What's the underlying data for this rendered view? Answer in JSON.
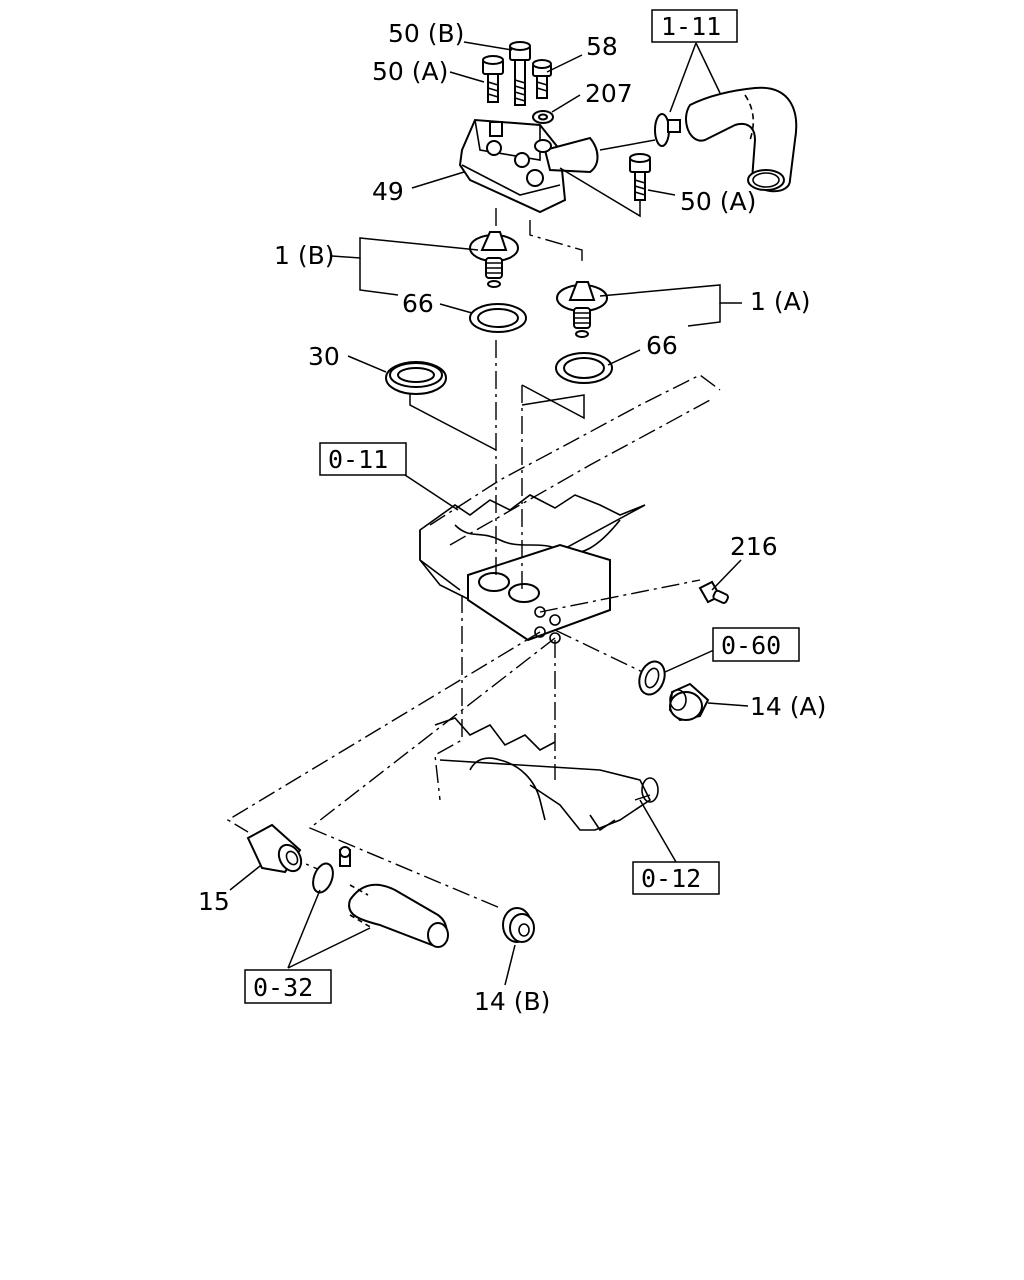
{
  "callouts": {
    "c_50b": "50 (B)",
    "c_58": "58",
    "c_50a_top": "50 (A)",
    "c_207": "207",
    "c_49": "49",
    "c_50a_right": "50 (A)",
    "c_1b": "1 (B)",
    "c_66_left": "66",
    "c_1a": "1 (A)",
    "c_30": "30",
    "c_66_right": "66",
    "c_216": "216",
    "c_14a": "14 (A)",
    "c_15": "15",
    "c_14b": "14 (B)"
  },
  "references": {
    "r_1_11": "1-11",
    "r_0_11": "0-11",
    "r_0_60": "0-60",
    "r_0_12": "0-12",
    "r_0_32": "0-32"
  }
}
